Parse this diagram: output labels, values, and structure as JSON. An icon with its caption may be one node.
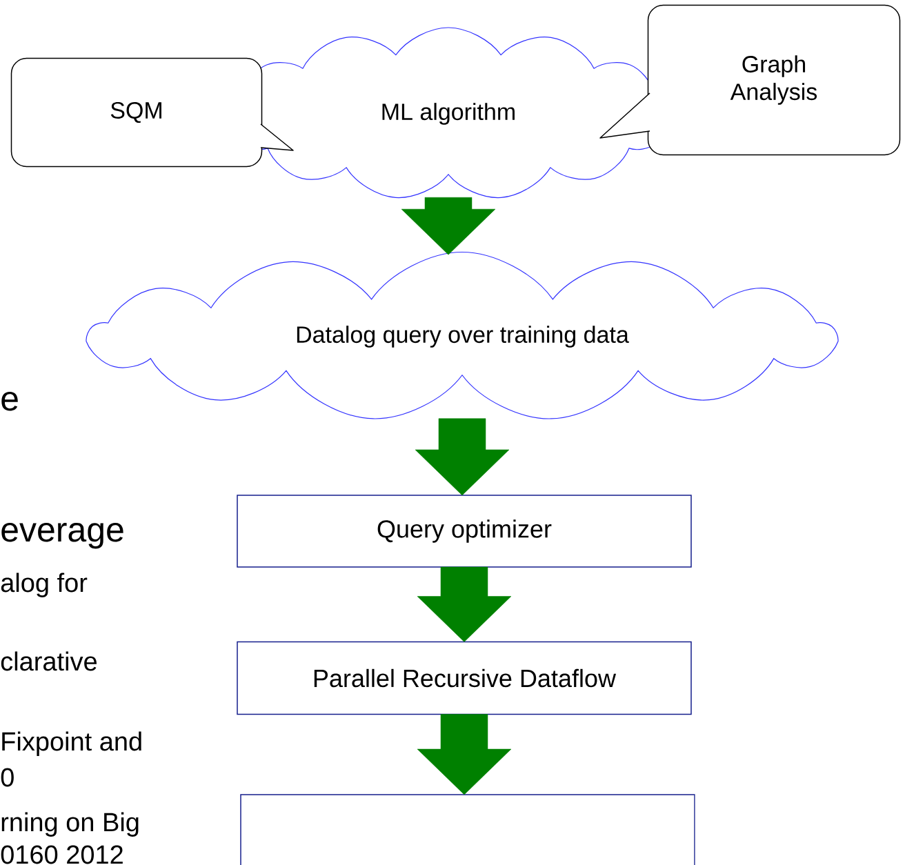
{
  "diagram": {
    "nodes": [
      {
        "text": [
          "SQM"
        ]
      },
      {
        "text": [
          "ML algorithm"
        ]
      },
      {
        "text": [
          "Graph Analysis"
        ]
      },
      {
        "text": [
          "Datalog query over training data"
        ]
      },
      {
        "text": [
          "Query optimizer"
        ]
      },
      {
        "text": [
          "Parallel Recursive Dataflow"
        ]
      },
      {
        "text": [],
        "shape": "box"
      }
    ],
    "edges": [
      {
        "from": 1,
        "to": 3,
        "arrow": "to"
      },
      {
        "from": 3,
        "to": 4,
        "arrow": "to"
      },
      {
        "from": 4,
        "to": 5,
        "arrow": "to"
      },
      {
        "from": 5,
        "to": 6,
        "arrow": "to"
      }
    ],
    "labels": [
      "e",
      "everage",
      "alog for",
      "clarative",
      "Fixpoint and",
      "0",
      "rning on Big",
      "0160 2012"
    ]
  }
}
